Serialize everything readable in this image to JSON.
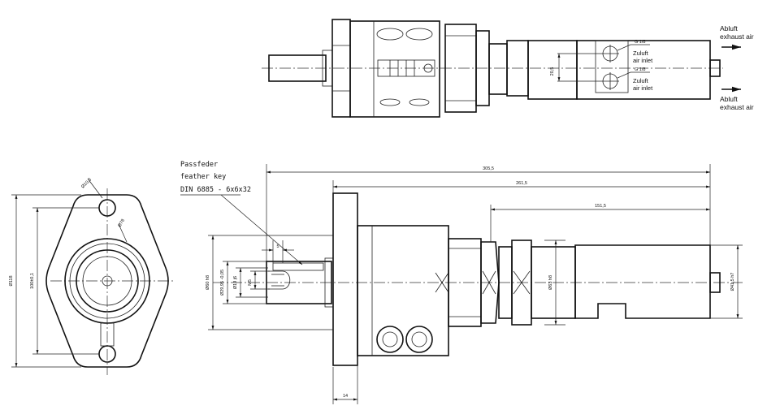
{
  "top_view": {
    "port_upper": {
      "thread": "G 1/8",
      "de": "Zuluft",
      "en": "air inlet"
    },
    "port_lower": {
      "thread": "G 1/8",
      "de": "Zuluft",
      "en": "air inlet"
    },
    "exhaust_upper": {
      "de": "Abluft",
      "en": "exhaust air"
    },
    "exhaust_lower": {
      "de": "Abluft",
      "en": "exhaust air"
    },
    "port_spacing": "20,5"
  },
  "key_callout": {
    "line1": "Passfeder",
    "line2": "feather key",
    "line3": "DIN 6885 - 6x6x32"
  },
  "end_view": {
    "d_bolt_hole": "Ø10,3",
    "d_inner": "Ø78",
    "d_outer": "Ø118",
    "height": "100±0,1"
  },
  "side_view": {
    "len_total": "305,5",
    "len_from_flange": "261,5",
    "len_tail": "151,5",
    "key_width": "5",
    "dim_m5": "M5",
    "d_flange_fit": "Ø60 h8",
    "d_shaft": "Ø29,95 -0,05",
    "d_center": "Ø19 j6",
    "d_body": "Ø63 h8",
    "d_tail": "Ø41,5 h7",
    "flange_thick": "14"
  }
}
